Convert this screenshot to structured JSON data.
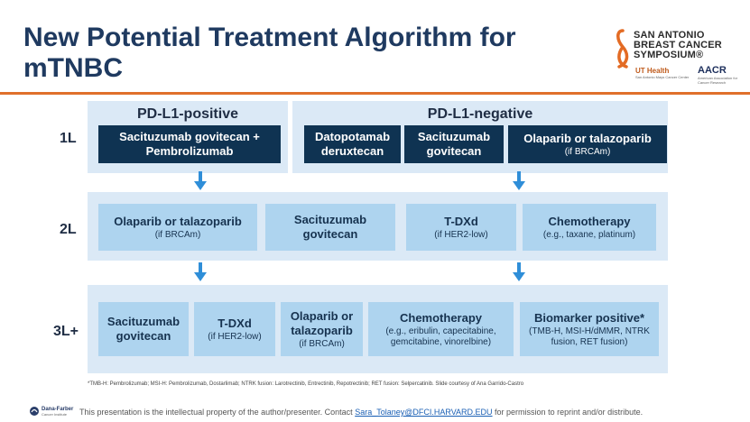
{
  "title": "New Potential Treatment Algorithm for mTNBC",
  "logo": {
    "sabcs_lines": [
      "SAN ANTONIO",
      "BREAST CANCER",
      "SYMPOSIUM®"
    ],
    "uthealth": "UT Health",
    "uthealth_sub": "San Antonio Mays Cancer Center",
    "aacr": "AACR",
    "aacr_sub": "American Association for Cancer Research"
  },
  "rows": {
    "l1": "1L",
    "l2": "2L",
    "l3": "3L+"
  },
  "first_line": {
    "pdl1_positive": {
      "header": "PD-L1-positive",
      "box": {
        "main": "Sacituzumab govitecan + Pembrolizumab",
        "sub": ""
      }
    },
    "pdl1_negative": {
      "header": "PD-L1-negative",
      "boxes": [
        {
          "main": "Datopotamab deruxtecan",
          "sub": ""
        },
        {
          "main": "Sacituzumab govitecan",
          "sub": ""
        },
        {
          "main": "Olaparib or talazoparib",
          "sub": "(if BRCAm)"
        }
      ]
    }
  },
  "second_line": [
    {
      "main": "Olaparib or talazoparib",
      "sub": "(if BRCAm)"
    },
    {
      "main": "Sacituzumab govitecan",
      "sub": ""
    },
    {
      "main": "T-DXd",
      "sub": "(if HER2-low)"
    },
    {
      "main": "Chemotherapy",
      "sub": "(e.g., taxane, platinum)"
    }
  ],
  "third_line": [
    {
      "main": "Sacituzumab govitecan",
      "sub": ""
    },
    {
      "main": "T-DXd",
      "sub": "(if HER2-low)"
    },
    {
      "main": "Olaparib or talazoparib",
      "sub": "(if BRCAm)"
    },
    {
      "main": "Chemotherapy",
      "sub": "(e.g., eribulin, capecitabine, gemcitabine, vinorelbine)"
    },
    {
      "main": "Biomarker positive*",
      "sub": "(TMB-H, MSI-H/dMMR, NTRK fusion, RET fusion)"
    }
  ],
  "footnote": "*TMB-H: Pembrolizumab; MSI-H: Pembrolizumab, Dostarlimab; NTRK fusion: Larotrectinib, Entrectinib, Repotrectinib; RET fusion: Selpercatinib. Slide courtesy of Ana Garrido-Castro",
  "footer": {
    "dana_farber": "Dana-Farber",
    "dana_farber_sub": "Cancer Institute",
    "text_before": "This presentation is the intellectual property of the author/presenter. Contact ",
    "email": "Sara_Tolaney@DFCI.HARVARD.EDU",
    "text_after": " for permission to reprint and/or distribute."
  },
  "colors": {
    "title": "#1f3a60",
    "accent_rule": "#e0702b",
    "band": "#dbe9f6",
    "dark_box": "#0f3352",
    "light_box": "#aed4ef",
    "arrow": "#2f8ed8"
  }
}
